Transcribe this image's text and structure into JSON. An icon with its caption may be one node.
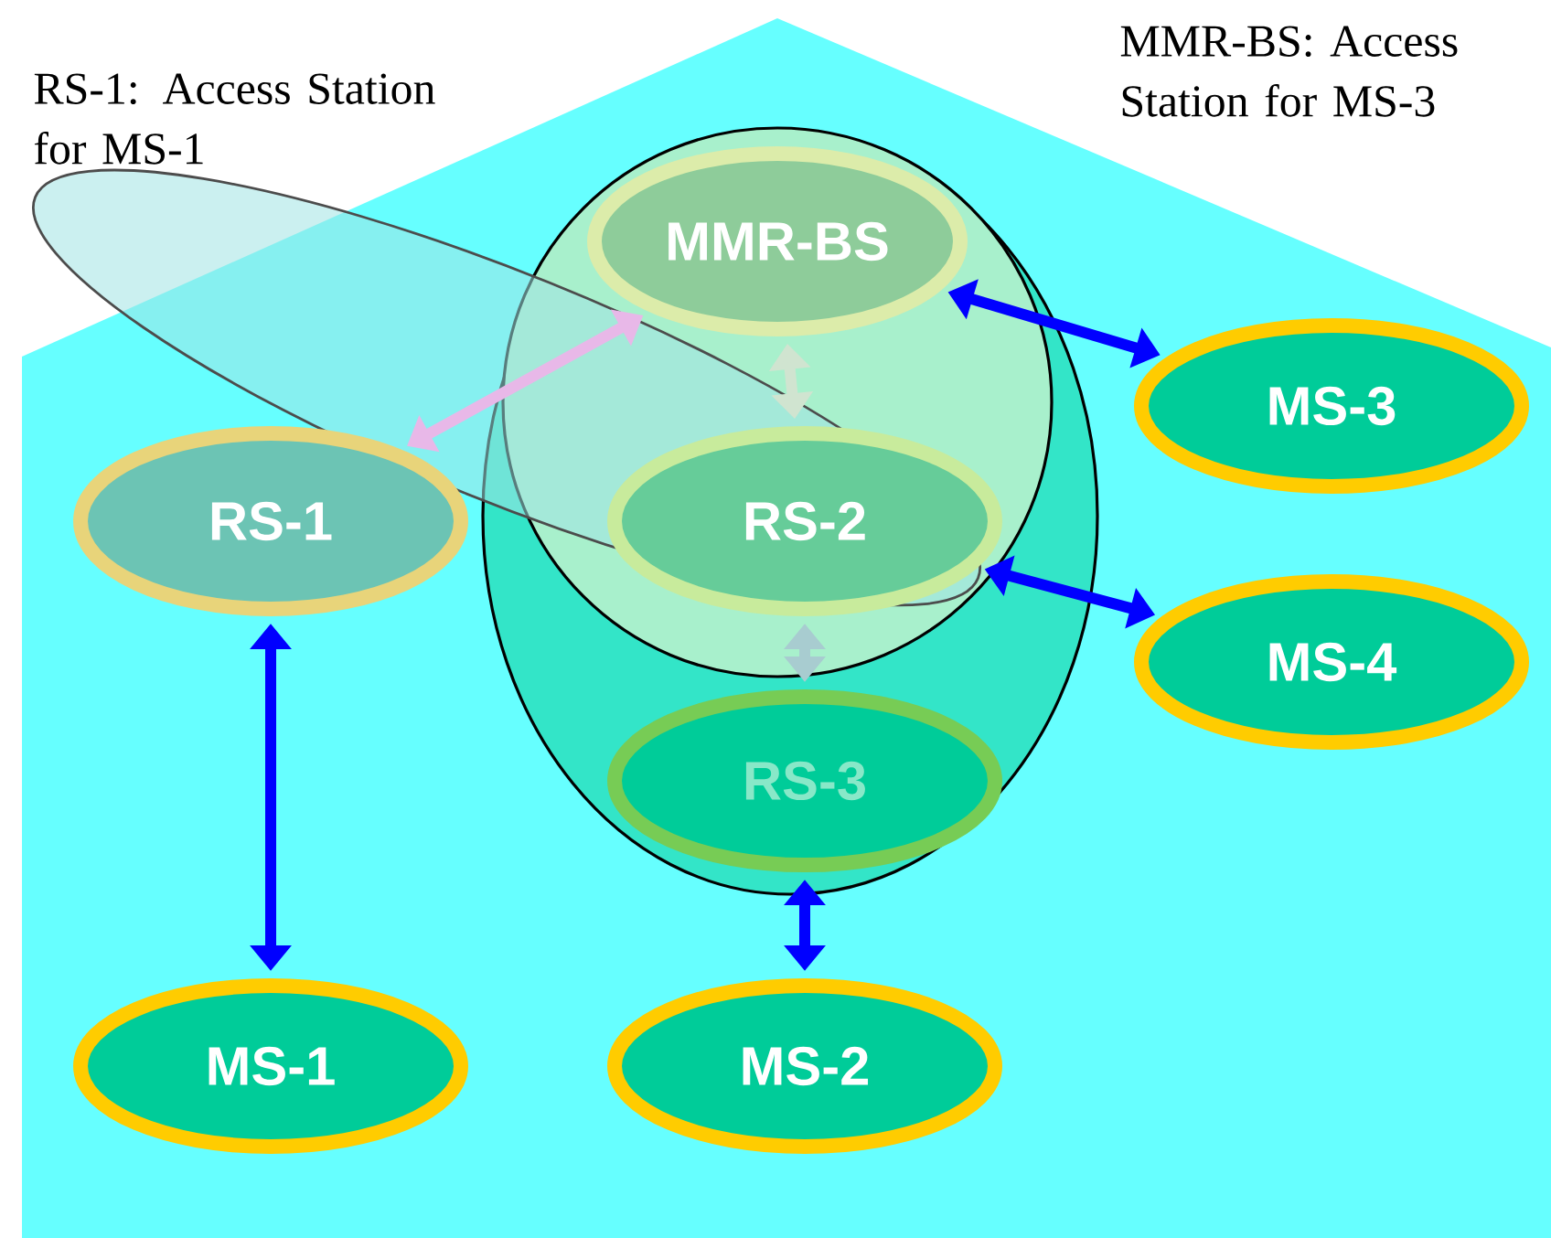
{
  "diagram": {
    "nodes": [
      {
        "text": [
          "MMR-BS"
        ]
      },
      {
        "text": [
          "RS-1"
        ]
      },
      {
        "text": [
          "RS-2"
        ]
      },
      {
        "text": [
          "MS-3"
        ]
      },
      {
        "text": [
          "MS-4"
        ]
      },
      {
        "text": [
          "RS-3"
        ]
      },
      {
        "text": [
          "MS-1"
        ]
      },
      {
        "text": [
          "MS-2"
        ]
      }
    ],
    "edges": [
      {
        "from": 0,
        "to": 1,
        "arrow": "both",
        "color": "#e8b8e8"
      },
      {
        "from": 0,
        "to": 2,
        "arrow": "both",
        "color": "#d0e4d0"
      },
      {
        "from": 0,
        "to": 3,
        "arrow": "both"
      },
      {
        "from": 2,
        "to": 4,
        "arrow": "both"
      },
      {
        "from": 2,
        "to": 5,
        "arrow": "both",
        "color": "#a8ccd0"
      },
      {
        "from": 1,
        "to": 6,
        "arrow": "both"
      },
      {
        "from": 5,
        "to": 7,
        "arrow": "both"
      }
    ],
    "labels": [
      "RS-1: Access Station for MS-1",
      "MMR-BS: Access Station for MS-3"
    ]
  }
}
